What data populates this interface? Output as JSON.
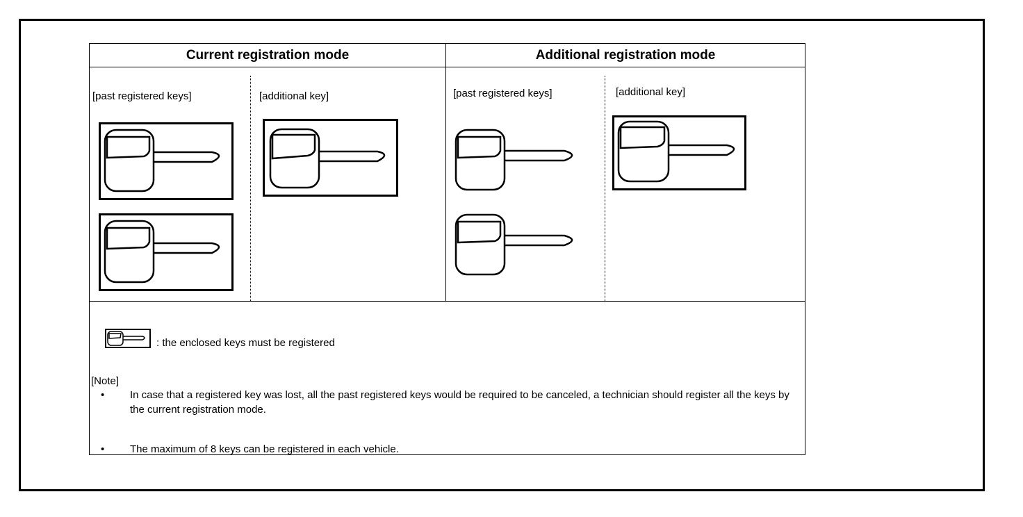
{
  "modes": [
    {
      "title": "Current registration mode",
      "past_label": "[past registered keys]",
      "additional_label": "[additional key]"
    },
    {
      "title": "Additional registration mode",
      "past_label": "[past registered keys]",
      "additional_label": "[additional key]"
    }
  ],
  "legend": {
    "text": ": the enclosed keys must be registered"
  },
  "note": {
    "heading": "[Note]",
    "bullet": "•",
    "items": [
      "In case that a registered key was lost, all the past registered keys would be required to be canceled, a technician should register all the keys by the current registration mode.",
      "The maximum of 8 keys can be registered in each vehicle."
    ]
  }
}
